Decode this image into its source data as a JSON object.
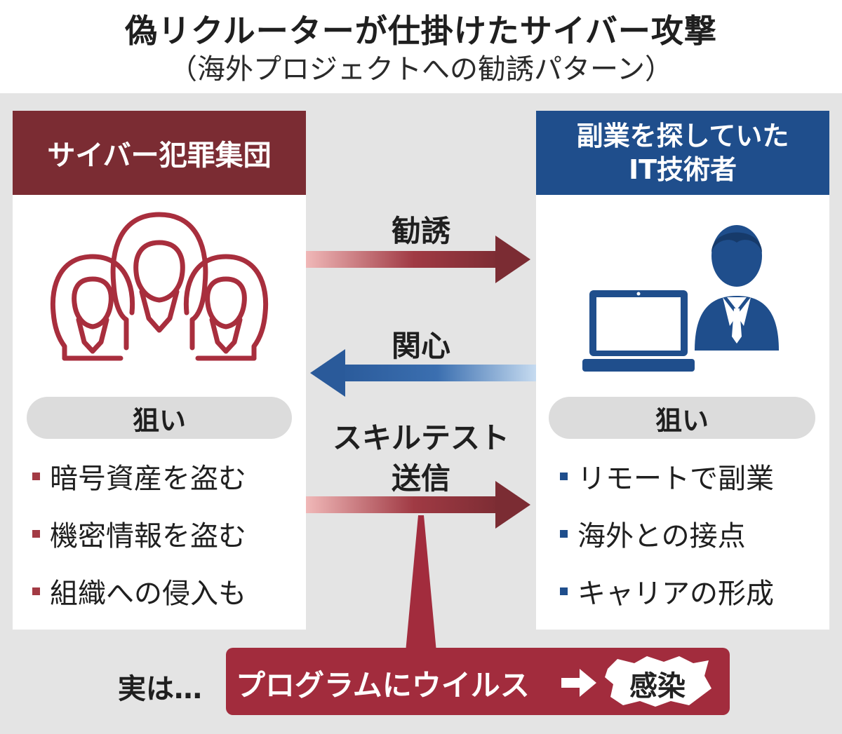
{
  "title": "偽リクルーターが仕掛けたサイバー攻撃",
  "subtitle": "（海外プロジェクトへの勧誘パターン）",
  "left_panel": {
    "header": "サイバー犯罪集団",
    "aim_label": "狙い",
    "aims": [
      "暗号資産を盗む",
      "機密情報を盗む",
      "組織への侵入も"
    ],
    "accent_color": "#7b2c33"
  },
  "right_panel": {
    "header_line1": "副業を探していた",
    "header_line2": "IT技術者",
    "aim_label": "狙い",
    "aims": [
      "リモートで副業",
      "海外との接点",
      "キャリアの形成"
    ],
    "accent_color": "#1f4e8c"
  },
  "flows": {
    "solicit": "勧誘",
    "interest": "関心",
    "skilltest_line1": "スキルテスト",
    "skilltest_line2": "送信"
  },
  "bottom": {
    "prefix": "実は…",
    "virus": "プログラムにウイルス",
    "infection": "感染"
  },
  "icons": [
    "hooded-figures-icon",
    "laptop-icon",
    "businessman-icon",
    "right-arrow-icon"
  ]
}
